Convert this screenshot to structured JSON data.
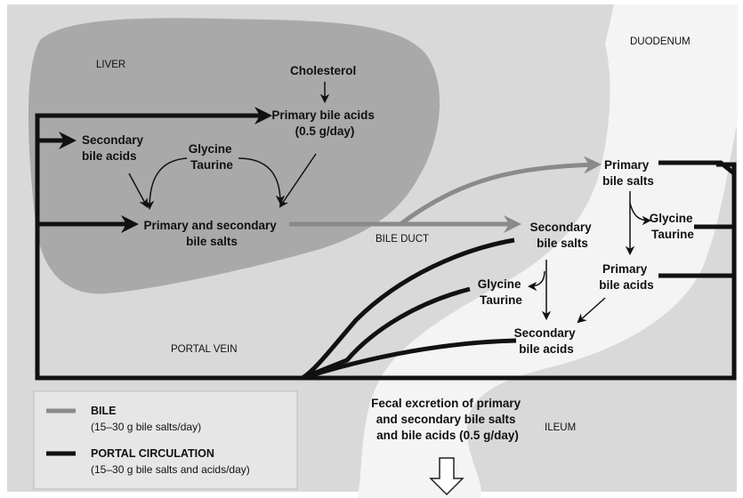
{
  "regions": {
    "liver": "LIVER",
    "duodenum": "DUODENUM",
    "bile_duct": "BILE DUCT",
    "portal_vein": "PORTAL VEIN",
    "ileum": "ILEUM"
  },
  "liver_labels": {
    "cholesterol": "Cholesterol",
    "primary_bile_acids": [
      "Primary bile acids",
      "(0.5 g/day)"
    ],
    "secondary_bile_acids": [
      "Secondary",
      "bile acids"
    ],
    "glycine_taurine": [
      "Glycine",
      "Taurine"
    ],
    "primary_secondary_bile_salts": [
      "Primary and secondary",
      "bile salts"
    ]
  },
  "intestine_labels": {
    "primary_bile_salts": [
      "Primary",
      "bile salts"
    ],
    "glycine_taurine_right": [
      "Glycine",
      "Taurine"
    ],
    "primary_bile_acids": [
      "Primary",
      "bile acids"
    ],
    "secondary_bile_salts": [
      "Secondary",
      "bile salts"
    ],
    "glycine_taurine_left": [
      "Glycine",
      "Taurine"
    ],
    "secondary_bile_acids": [
      "Secondary",
      "bile acids"
    ],
    "fecal_excretion": [
      "Fecal excretion of primary",
      "and secondary bile salts",
      "and bile acids (0.5 g/day)"
    ]
  },
  "legend": {
    "bile": {
      "label": "BILE",
      "detail": "(15–30 g bile salts/day)",
      "color": "#8a8a8a"
    },
    "portal": {
      "label": "PORTAL CIRCULATION",
      "detail": "(15–30 g bile salts and acids/day)",
      "color": "#111111"
    }
  },
  "colors": {
    "background": "#d9d9d9",
    "liver_fill": "#a9a9a9",
    "intestine_fill": "#f4f4f4",
    "portal_line": "#111111",
    "bile_line": "#8a8a8a"
  }
}
